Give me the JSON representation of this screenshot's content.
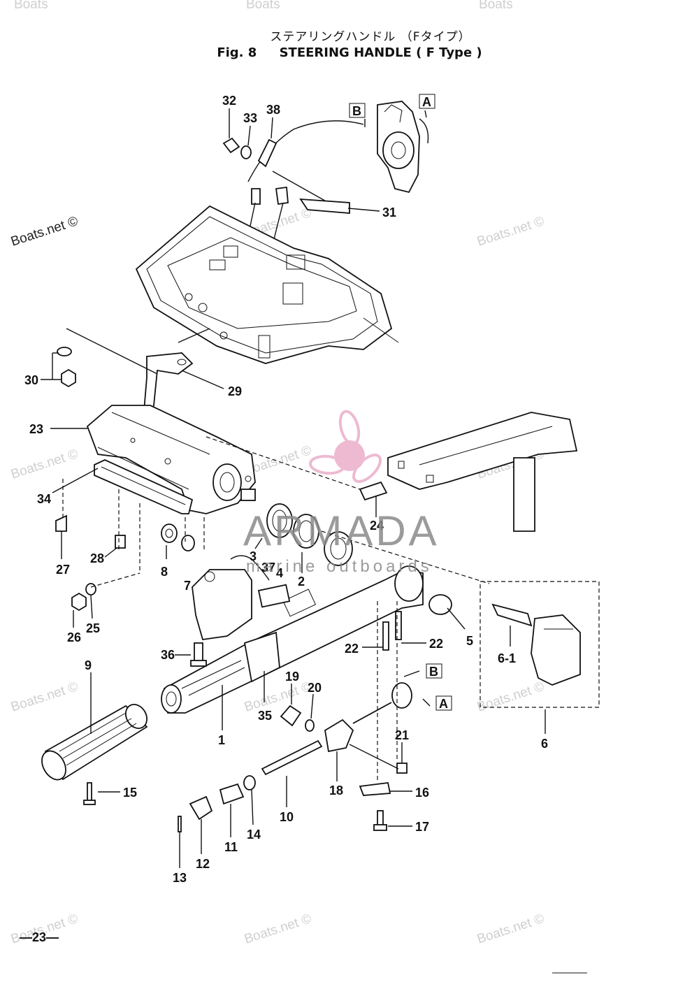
{
  "header": {
    "title_jp": "ステアリングハンドル （Fタイプ）",
    "fig_label": "Fig. 8",
    "title_en": "STEERING HANDLE ( F Type )"
  },
  "callouts": {
    "c1": "1",
    "c2": "2",
    "c3": "3",
    "c4": "4",
    "c5": "5",
    "c6": "6",
    "c6_1": "6-1",
    "c7": "7",
    "c8": "8",
    "c9": "9",
    "c10": "10",
    "c11": "11",
    "c12": "12",
    "c13": "13",
    "c14": "14",
    "c15": "15",
    "c16": "16",
    "c17": "17",
    "c18": "18",
    "c19": "19",
    "c20": "20",
    "c21": "21",
    "c22a": "22",
    "c22b": "22",
    "c23": "23",
    "c24": "24",
    "c25": "25",
    "c26": "26",
    "c27": "27",
    "c28": "28",
    "c29": "29",
    "c30": "30",
    "c31": "31",
    "c32": "32",
    "c33": "33",
    "c34": "34",
    "c35": "35",
    "c36": "36",
    "c37": "37",
    "c38": "38"
  },
  "refs": {
    "a": "A",
    "b": "B"
  },
  "watermarks": {
    "boats": "Boats.net ©",
    "boats_cut": "Boats"
  },
  "brand": {
    "name": "ARMADA",
    "tagline": "marine outboards"
  },
  "page_number": "—23—",
  "colors": {
    "ink": "#111111",
    "brand_pink": "#e8a3c4",
    "brand_gray": "#8a8a8a",
    "watermark": "#cfcfcf"
  }
}
